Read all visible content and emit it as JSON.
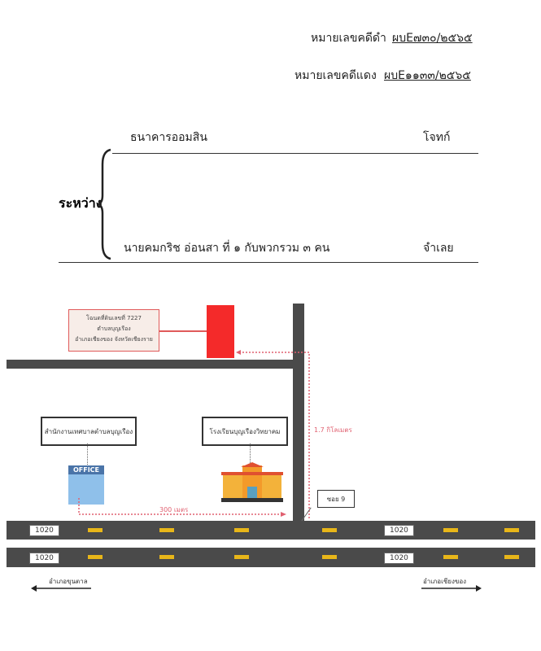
{
  "header": {
    "black_case_label": "หมายเลขคดีดำ",
    "black_case_no": "ผบE๗๓๐/๒๕๖๕",
    "red_case_label": "หมายเลขคดีแดง",
    "red_case_no": "ผบE๑๑๓๓/๒๕๖๕"
  },
  "parties": {
    "plaintiff": "ธนาคารออมสิน",
    "plaintiff_role": "โจทก์",
    "between": "ระหว่าง",
    "defendant": "นายคมกริช  อ่อนสา ที่ ๑ กับพวกรวม ๓ คน",
    "defendant_role": "จำเลย"
  },
  "map": {
    "deed_label": [
      "โฉนดที่ดินเลขที่ 7227",
      "ตำบลบุญเรือง",
      "อำเภอเชียงของ จังหวัดเชียงราย"
    ],
    "office_label": "สำนักงานเทศบาลตำบลบุญเรือง",
    "office_sign": "OFFICE",
    "school_label": "โรงเรียนบุญเรืองวิทยาคม",
    "distance_vertical": "1.7 กิโลเมตร",
    "distance_horizontal": "300 เมตร",
    "soi_label": "ซอย 9",
    "road_numbers": [
      "1020",
      "1020",
      "1020",
      "1020"
    ],
    "left_direction": "อำเภอขุนตาล",
    "right_direction": "อำเภอเชียงของ",
    "colors": {
      "land": "#f42a2a",
      "road": "#4a4a4a",
      "dash": "#e8b619",
      "dotted": "#e06070"
    }
  }
}
